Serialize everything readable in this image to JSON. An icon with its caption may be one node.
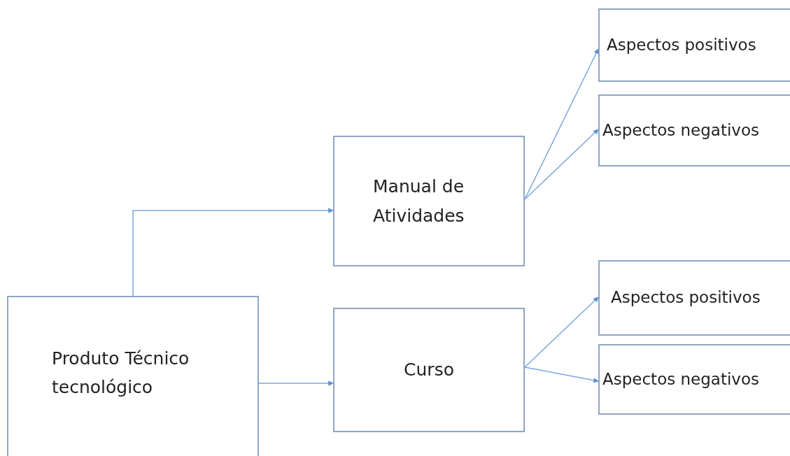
{
  "diagram": {
    "nodes": [
      {
        "text": [
          "Produto Técnico tecnológico"
        ]
      },
      {
        "text": [
          "Manual de Atividades"
        ]
      },
      {
        "text": [
          "Curso"
        ]
      },
      {
        "text": [
          "Aspectos positivos"
        ]
      },
      {
        "text": [
          "Aspectos negativos"
        ]
      },
      {
        "text": [
          "Aspectos positivos"
        ]
      },
      {
        "text": [
          "Aspectos negativos"
        ]
      }
    ],
    "edges": [
      {
        "from": 0,
        "to": 1,
        "arrow": "to"
      },
      {
        "from": 0,
        "to": 2,
        "arrow": "to"
      },
      {
        "from": 1,
        "to": 3,
        "arrow": "to"
      },
      {
        "from": 1,
        "to": 4,
        "arrow": "to"
      },
      {
        "from": 2,
        "to": 5,
        "arrow": "to"
      },
      {
        "from": 2,
        "to": 6,
        "arrow": "to"
      }
    ]
  }
}
